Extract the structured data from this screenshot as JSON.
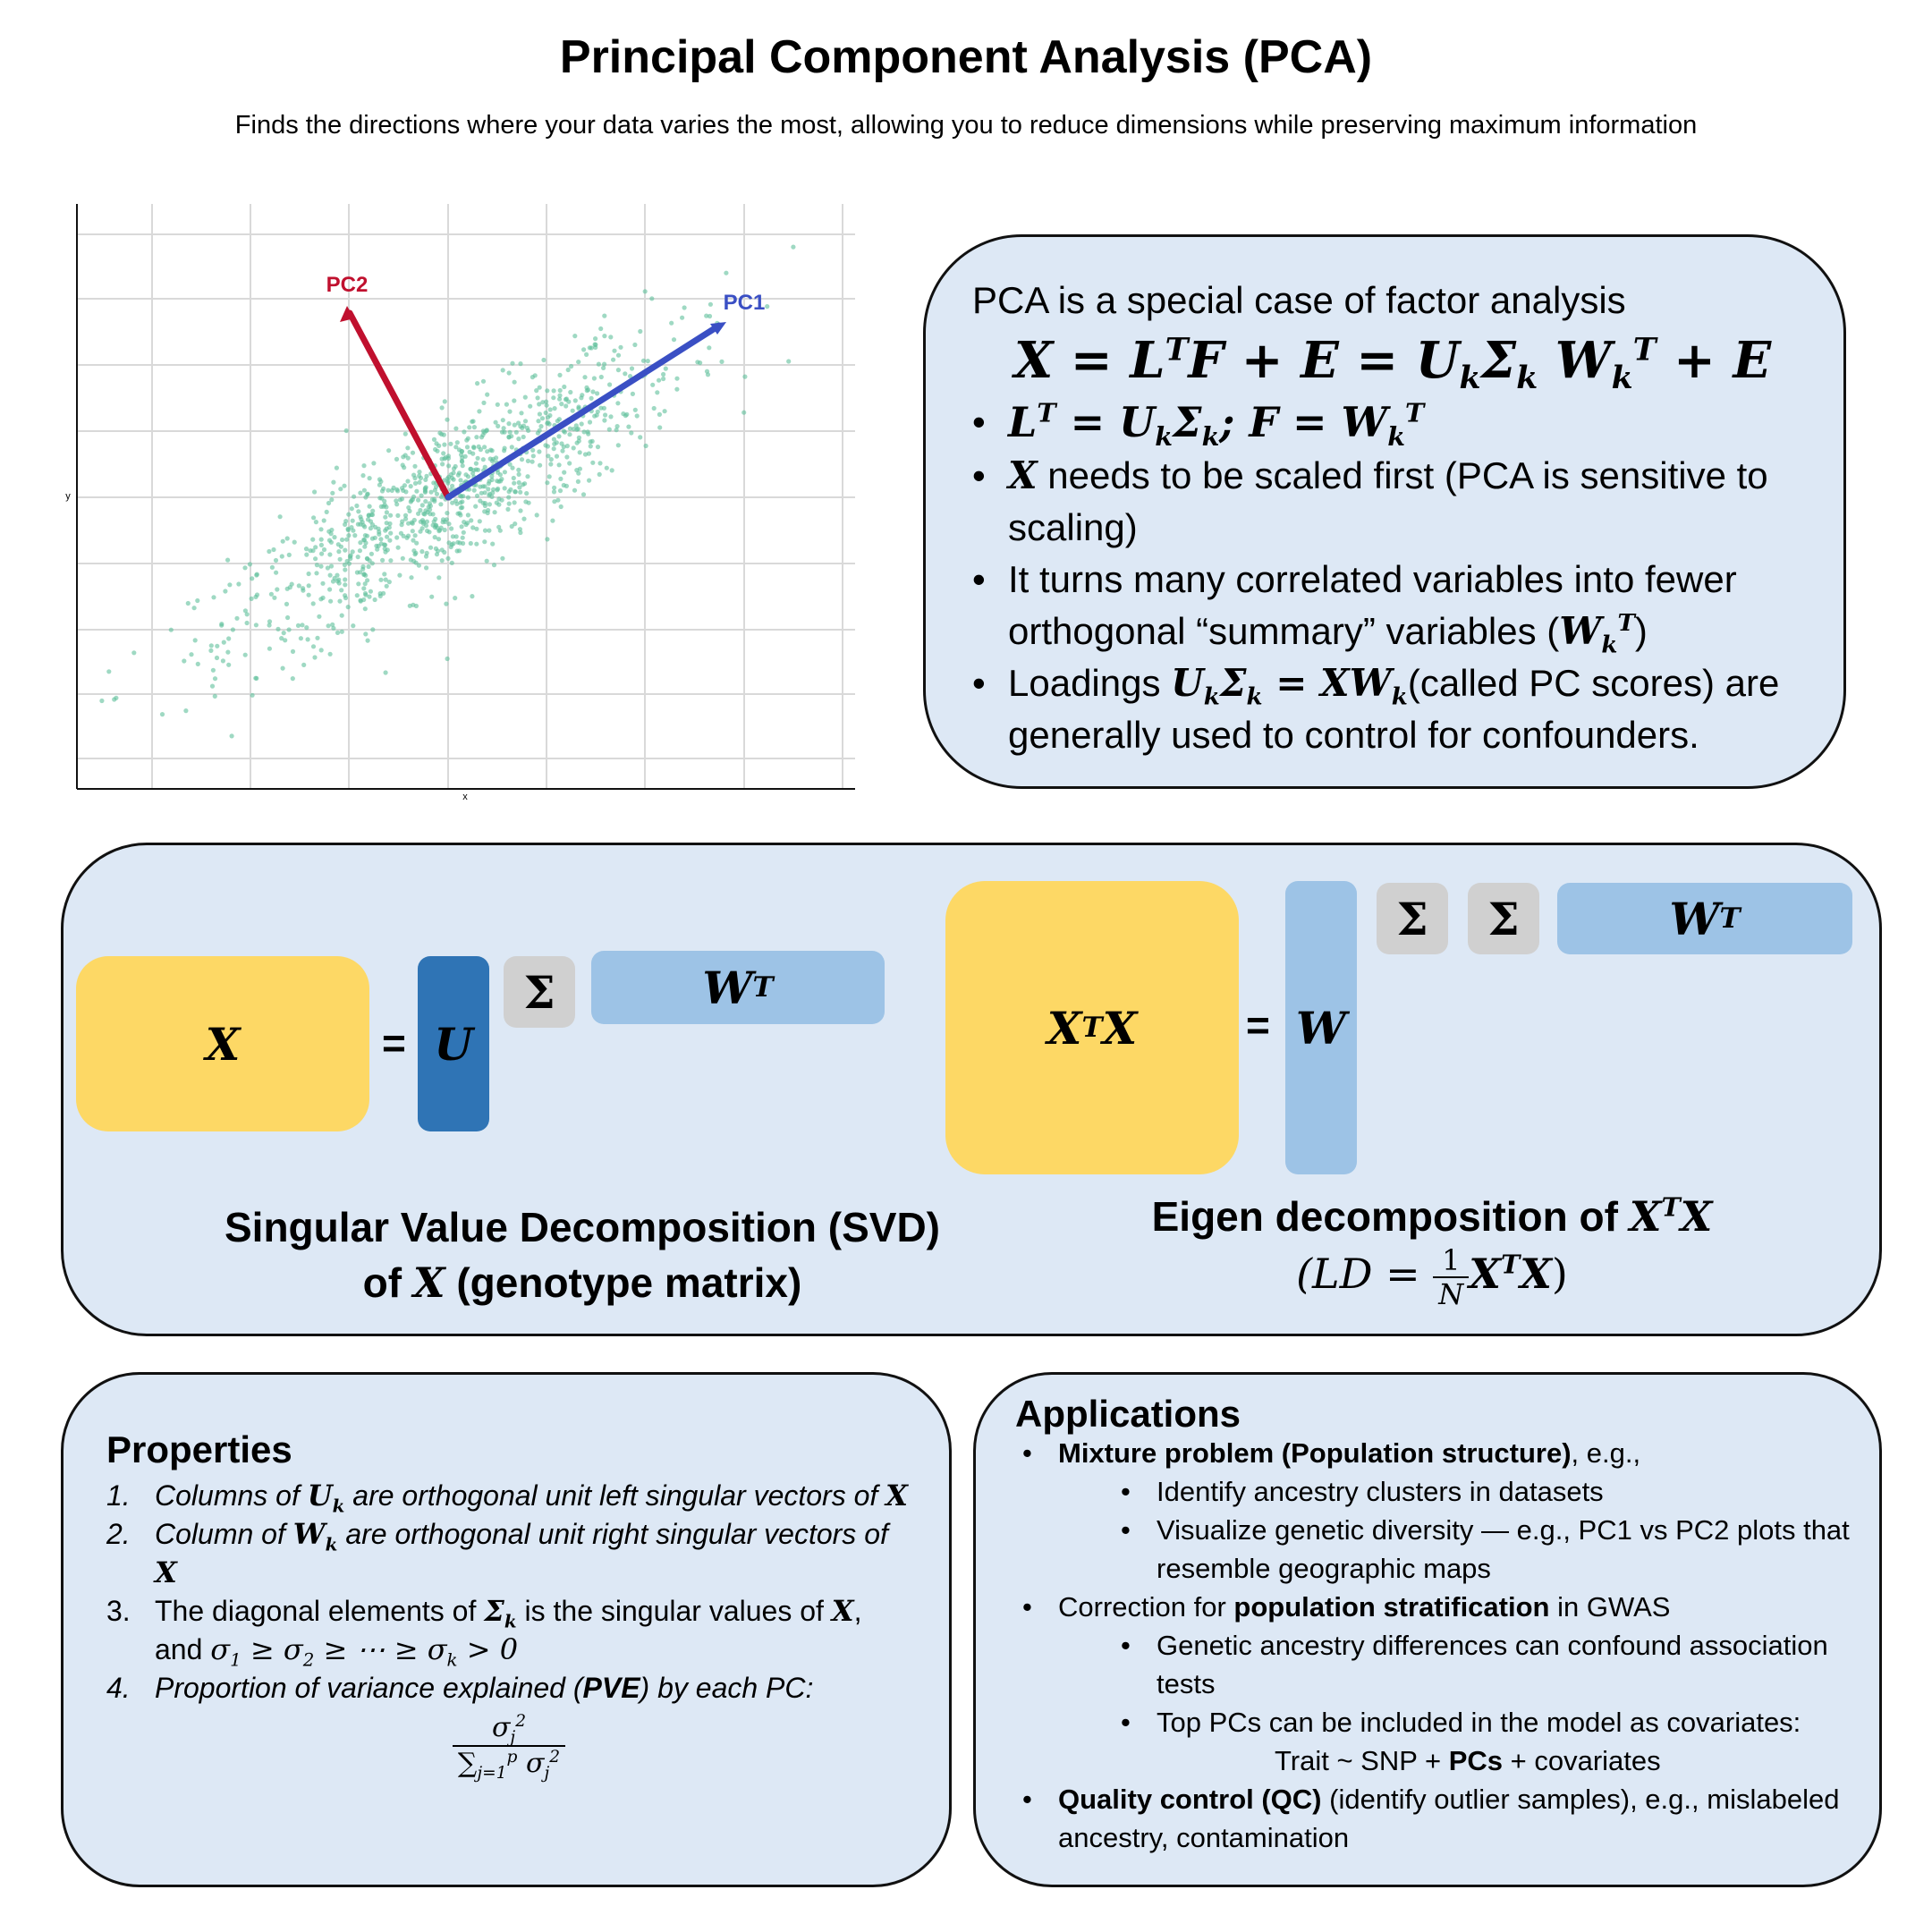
{
  "title": "Principal Component Analysis (PCA)",
  "subtitle": "Finds the directions where your data varies the most, allowing you to reduce dimensions while preserving maximum information",
  "scatter": {
    "x_label": "x",
    "y_label": "y",
    "pc1_label": "PC1",
    "pc2_label": "PC2",
    "point_color": "#5fbf9b",
    "pc1_color": "#3a4fc4",
    "pc2_color": "#c0102e"
  },
  "info": {
    "intro": "PCA is a special case of factor analysis",
    "b2_text": "needs to be scaled first (PCA is sensitive to scaling)",
    "b3_text_a": "It turns many correlated variables into fewer orthogonal “summary” variables (",
    "b3_text_b": ")",
    "b4_text_a": "Loadings",
    "b4_text_b": "(called PC scores) are generally used to control for confounders."
  },
  "svd": {
    "x_block": "X",
    "equals": "=",
    "u_block": "U",
    "sigma_block": "Σ",
    "caption_line1": "Singular Value Decomposition (SVD)",
    "caption_of": "of",
    "caption_rest": "(genotype matrix)"
  },
  "eigen": {
    "equals": "=",
    "w_block": "W",
    "sigma1": "Σ",
    "sigma2": "Σ",
    "caption": "Eigen decomposition of"
  },
  "properties": {
    "heading": "Properties",
    "items": [
      {
        "num": "1.",
        "text_a": "Columns of",
        "text_b": "are orthogonal unit left singular vectors of"
      },
      {
        "num": "2.",
        "text_a": "Column of",
        "text_b": "are orthogonal unit right singular vectors of"
      },
      {
        "num": "3.",
        "text_a": "The diagonal elements of",
        "text_b": "is the singular values of",
        "text_c": "and"
      },
      {
        "num": "4.",
        "text_a": "Proportion of variance explained (",
        "text_bold": "PVE",
        "text_b": ") by each PC:"
      }
    ]
  },
  "applications": {
    "heading": "Applications",
    "mixture_bold": "Mixture problem (Population structure)",
    "mixture_rest": ", e.g.,",
    "mixture_sub1": "Identify ancestry clusters in datasets",
    "mixture_sub2": "Visualize genetic diversity — e.g., PC1 vs PC2 plots that resemble geographic maps",
    "correction_a": "Correction for",
    "correction_bold": "population stratification",
    "correction_b": "in GWAS",
    "correction_sub1": "Genetic ancestry differences can confound association tests",
    "correction_sub2": "Top PCs can be included in the model as covariates:",
    "model_a": "Trait ~ SNP +",
    "model_bold": "PCs",
    "model_b": "+ covariates",
    "qc_bold": "Quality control (QC)",
    "qc_rest": "(identify outlier samples), e.g., mislabeled ancestry, contamination"
  }
}
